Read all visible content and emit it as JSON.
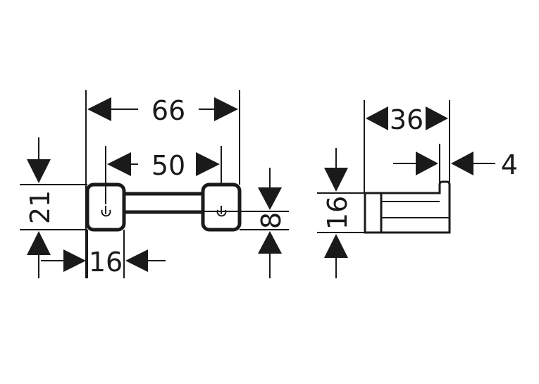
{
  "dimensions": {
    "overall_width": "66",
    "hole_spacing": "50",
    "height": "21",
    "pad_width": "16",
    "bar_offset": "8",
    "depth": "36",
    "lip": "4",
    "side_height": "16"
  }
}
